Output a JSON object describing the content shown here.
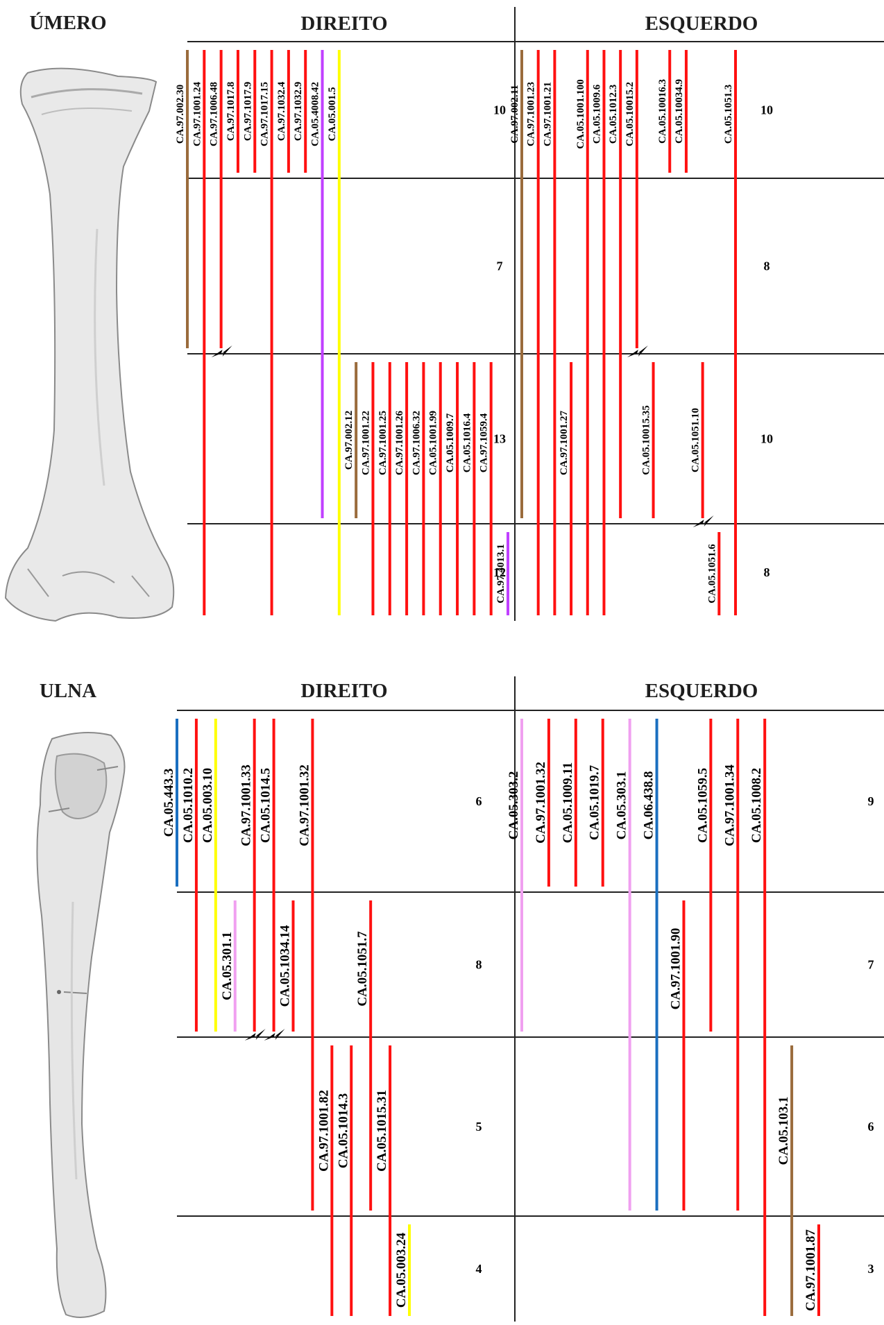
{
  "colors": {
    "red": "#ff1010",
    "brown": "#9a6b3c",
    "yellow": "#ffff00",
    "purple": "#c040ff",
    "pink": "#f0a0f0",
    "blue": "#1a6fc0",
    "grid": "#222222"
  },
  "sections": [
    {
      "id": "umero",
      "title": "ÚMERO",
      "illustration": "humerus-bone-illustration",
      "sides": [
        {
          "title": "DIREITO",
          "counts": [
            "10",
            "7",
            "13",
            "12"
          ],
          "bars": [
            {
              "label": "CA.97.002.30",
              "color": "brown",
              "zones": [
                1,
                2
              ]
            },
            {
              "label": "CA.97.1001.24",
              "color": "red",
              "zones": [
                1,
                4
              ]
            },
            {
              "label": "CA.97.1006.48",
              "color": "red",
              "zones": [
                1,
                2
              ],
              "fracture": "bottom"
            },
            {
              "label": "CA.97.1017.8",
              "color": "red",
              "zones": [
                1,
                1
              ]
            },
            {
              "label": "CA.97.1017.9",
              "color": "red",
              "zones": [
                1,
                1
              ]
            },
            {
              "label": "CA.97.1017.15",
              "color": "red",
              "zones": [
                1,
                4
              ]
            },
            {
              "label": "CA.97.1032.4",
              "color": "red",
              "zones": [
                1,
                1
              ]
            },
            {
              "label": "CA.97.1032.9",
              "color": "red",
              "zones": [
                1,
                1
              ]
            },
            {
              "label": "CA.05.4008.42",
              "color": "purple",
              "zones": [
                1,
                3
              ]
            },
            {
              "label": "CA.05.001.5",
              "color": "yellow",
              "zones": [
                1,
                4
              ]
            },
            {
              "label": "CA.97.002.12",
              "color": "brown",
              "zones": [
                3,
                3
              ]
            },
            {
              "label": "CA.97.1001.22",
              "color": "red",
              "zones": [
                3,
                4
              ]
            },
            {
              "label": "CA.97.1001.25",
              "color": "red",
              "zones": [
                3,
                4
              ]
            },
            {
              "label": "CA.97.1001.26",
              "color": "red",
              "zones": [
                3,
                4
              ]
            },
            {
              "label": "CA.97.1006.32",
              "color": "red",
              "zones": [
                3,
                4
              ]
            },
            {
              "label": "CA.05.1001.99",
              "color": "red",
              "zones": [
                3,
                4
              ]
            },
            {
              "label": "CA.05.1009.7",
              "color": "red",
              "zones": [
                3,
                4
              ]
            },
            {
              "label": "CA.05.1016.4",
              "color": "red",
              "zones": [
                3,
                4
              ]
            },
            {
              "label": "CA.97.1059.4",
              "color": "red",
              "zones": [
                3,
                4
              ]
            },
            {
              "label": "CA.97.4013.1",
              "color": "purple",
              "zones": [
                4,
                4
              ]
            }
          ]
        },
        {
          "title": "ESQUERDO",
          "counts": [
            "10",
            "8",
            "10",
            "8"
          ],
          "bars": [
            {
              "label": "CA.97.002.11",
              "color": "brown",
              "zones": [
                1,
                3
              ]
            },
            {
              "label": "CA.97.1001.23",
              "color": "red",
              "zones": [
                1,
                4
              ]
            },
            {
              "label": "CA.97.1001.21",
              "color": "red",
              "zones": [
                1,
                4
              ]
            },
            {
              "label": "CA.97.1001.27",
              "color": "red",
              "zones": [
                3,
                4
              ]
            },
            {
              "label": "CA.05.1001.100",
              "color": "red",
              "zones": [
                1,
                4
              ]
            },
            {
              "label": "CA.05.1009.6",
              "color": "red",
              "zones": [
                1,
                4
              ]
            },
            {
              "label": "CA.05.1012.3",
              "color": "red",
              "zones": [
                1,
                3
              ]
            },
            {
              "label": "CA.05.10015.2",
              "color": "red",
              "zones": [
                1,
                2
              ],
              "fracture": "bottom"
            },
            {
              "label": "CA.05.10015.35",
              "color": "red",
              "zones": [
                3,
                3
              ]
            },
            {
              "label": "CA.05.10016.3",
              "color": "red",
              "zones": [
                1,
                1
              ]
            },
            {
              "label": "CA.05.10034.9",
              "color": "red",
              "zones": [
                1,
                1
              ]
            },
            {
              "label": "CA.05.1051.10",
              "color": "red",
              "zones": [
                3,
                3
              ],
              "fracture": "bottom"
            },
            {
              "label": "CA.05.1051.6",
              "color": "red",
              "zones": [
                4,
                4
              ]
            },
            {
              "label": "CA.05.1051.3",
              "color": "red",
              "zones": [
                1,
                4
              ]
            }
          ]
        }
      ]
    },
    {
      "id": "ulna",
      "title": "ULNA",
      "illustration": "ulna-bone-illustration",
      "sides": [
        {
          "title": "DIREITO",
          "counts": [
            "6",
            "8",
            "5",
            "4"
          ],
          "bars": [
            {
              "label": "CA.05.443.3",
              "color": "blue",
              "zones": [
                1,
                1
              ]
            },
            {
              "label": "CA.05.1010.2",
              "color": "red",
              "zones": [
                1,
                2
              ]
            },
            {
              "label": "CA.05.003.10",
              "color": "yellow",
              "zones": [
                1,
                2
              ]
            },
            {
              "label": "CA.05.301.1",
              "color": "pink",
              "zones": [
                2,
                2
              ]
            },
            {
              "label": "CA.97.1001.33",
              "color": "red",
              "zones": [
                1,
                2
              ],
              "fracture": "bottom"
            },
            {
              "label": "CA.05.1014.5",
              "color": "red",
              "zones": [
                1,
                2
              ],
              "fracture": "bottom"
            },
            {
              "label": "CA.05.1034.14",
              "color": "red",
              "zones": [
                2,
                2
              ]
            },
            {
              "label": "CA.97.1001.32",
              "color": "red",
              "zones": [
                1,
                3
              ]
            },
            {
              "label": "CA.97.1001.82",
              "color": "red",
              "zones": [
                3,
                4
              ]
            },
            {
              "label": "CA.05.1014.3",
              "color": "red",
              "zones": [
                3,
                4
              ]
            },
            {
              "label": "CA.05.1051.7",
              "color": "red",
              "zones": [
                2,
                3
              ]
            },
            {
              "label": "CA.05.1015.31",
              "color": "red",
              "zones": [
                3,
                4
              ]
            },
            {
              "label": "CA.05.003.24",
              "color": "yellow",
              "zones": [
                4,
                4
              ]
            }
          ]
        },
        {
          "title": "ESQUERDO",
          "counts": [
            "9",
            "7",
            "6",
            "3"
          ],
          "bars": [
            {
              "label": "CA.05.303.2",
              "color": "pink",
              "zones": [
                1,
                2
              ]
            },
            {
              "label": "CA.97.1001.32",
              "color": "red",
              "zones": [
                1,
                1
              ]
            },
            {
              "label": "CA.05.1009.11",
              "color": "red",
              "zones": [
                1,
                1
              ]
            },
            {
              "label": "CA.05.1019.7",
              "color": "red",
              "zones": [
                1,
                1
              ]
            },
            {
              "label": "CA.05.303.1",
              "color": "pink",
              "zones": [
                1,
                3
              ]
            },
            {
              "label": "CA.06.438.8",
              "color": "blue",
              "zones": [
                1,
                3
              ]
            },
            {
              "label": "CA.97.1001.90",
              "color": "red",
              "zones": [
                2,
                3
              ]
            },
            {
              "label": "CA.05.1059.5",
              "color": "red",
              "zones": [
                1,
                2
              ]
            },
            {
              "label": "CA.97.1001.34",
              "color": "red",
              "zones": [
                1,
                3
              ]
            },
            {
              "label": "CA.05.1008.2",
              "color": "red",
              "zones": [
                1,
                4
              ]
            },
            {
              "label": "CA.05.103.1",
              "color": "brown",
              "zones": [
                3,
                4
              ]
            },
            {
              "label": "CA.97.1001.87",
              "color": "red",
              "zones": [
                4,
                4
              ]
            }
          ]
        }
      ]
    }
  ]
}
